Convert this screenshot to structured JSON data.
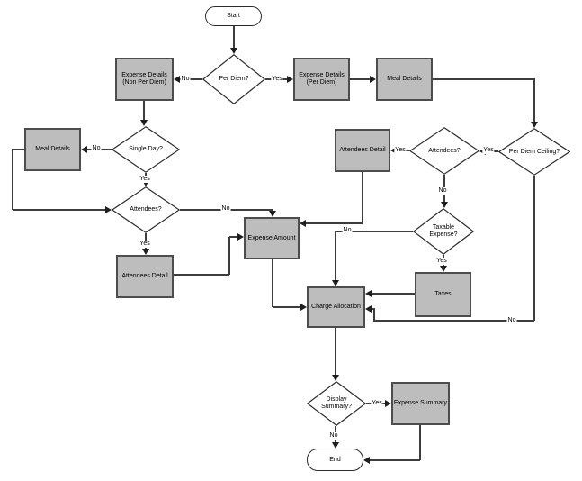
{
  "diagram": {
    "type": "flowchart",
    "colors": {
      "background": "#ffffff",
      "process_fill": "#bdbdbd",
      "process_border": "#4d4d4d",
      "shape_fill": "#ffffff",
      "shape_border": "#2b2b2b",
      "line": "#3d3d3d",
      "arrow": "#1f1f1f",
      "text": "#000000"
    },
    "nodes": {
      "start": {
        "label": "Start",
        "type": "terminator"
      },
      "per_diem": {
        "label": "Per Diem?",
        "type": "decision"
      },
      "expense_details_non_per_diem": {
        "label": "Expense Details (Non Per Diem)",
        "type": "process"
      },
      "expense_details_per_diem": {
        "label": "Expense Details (Per Diem)",
        "type": "process"
      },
      "meal_details_top": {
        "label": "Meal Details",
        "type": "process"
      },
      "single_day": {
        "label": "Single Day?",
        "type": "decision"
      },
      "meal_details_left": {
        "label": "Meal Details",
        "type": "process"
      },
      "attendees_left": {
        "label": "Attendees?",
        "type": "decision"
      },
      "attendees_detail_left": {
        "label": "Attendees Detail",
        "type": "process"
      },
      "expense_amount": {
        "label": "Expense Amount",
        "type": "process"
      },
      "attendees_detail_right": {
        "label": "Attendees Detail",
        "type": "process"
      },
      "attendees_right": {
        "label": "Attendees?",
        "type": "decision"
      },
      "per_diem_ceiling": {
        "label": "Per Diem Ceiling?",
        "type": "decision"
      },
      "taxable_expense": {
        "label": "Taxable Expense?",
        "type": "decision"
      },
      "taxes": {
        "label": "Taxes",
        "type": "process"
      },
      "charge_allocation": {
        "label": "Charge Allocation",
        "type": "process"
      },
      "display_summary": {
        "label": "Display Summary?",
        "type": "decision"
      },
      "expense_summary": {
        "label": "Expense Summary",
        "type": "process"
      },
      "end": {
        "label": "End",
        "type": "terminator"
      }
    },
    "edge_labels": {
      "per_diem_no": "No",
      "per_diem_yes": "Yes",
      "single_day_no": "No",
      "single_day_yes": "Yes",
      "attendees_left_yes": "Yes",
      "attendees_left_no": "No",
      "attendees_right_yes": "Yes",
      "per_diem_ceiling_yes": "Yes",
      "attendees_right_no": "No",
      "taxable_yes": "Yes",
      "taxable_no": "No",
      "per_diem_ceiling_no": "No",
      "display_yes": "Yes",
      "display_no": "No"
    },
    "edges": [
      {
        "from": "start",
        "to": "per_diem"
      },
      {
        "from": "per_diem",
        "to": "expense_details_non_per_diem",
        "label": "No"
      },
      {
        "from": "per_diem",
        "to": "expense_details_per_diem",
        "label": "Yes"
      },
      {
        "from": "expense_details_per_diem",
        "to": "meal_details_top"
      },
      {
        "from": "meal_details_top",
        "to": "per_diem_ceiling"
      },
      {
        "from": "expense_details_non_per_diem",
        "to": "single_day"
      },
      {
        "from": "single_day",
        "to": "meal_details_left",
        "label": "No"
      },
      {
        "from": "single_day",
        "to": "attendees_left",
        "label": "Yes"
      },
      {
        "from": "meal_details_left",
        "to": "attendees_left"
      },
      {
        "from": "attendees_left",
        "to": "attendees_detail_left",
        "label": "Yes"
      },
      {
        "from": "attendees_left",
        "to": "expense_amount",
        "label": "No"
      },
      {
        "from": "attendees_detail_left",
        "to": "expense_amount"
      },
      {
        "from": "attendees_detail_right",
        "to": "expense_amount"
      },
      {
        "from": "attendees_right",
        "to": "attendees_detail_right",
        "label": "Yes"
      },
      {
        "from": "per_diem_ceiling",
        "to": "attendees_right",
        "label": "Yes"
      },
      {
        "from": "attendees_right",
        "to": "taxable_expense",
        "label": "No"
      },
      {
        "from": "taxable_expense",
        "to": "taxes",
        "label": "Yes"
      },
      {
        "from": "taxable_expense",
        "to": "charge_allocation",
        "label": "No"
      },
      {
        "from": "taxes",
        "to": "charge_allocation"
      },
      {
        "from": "per_diem_ceiling",
        "to": "charge_allocation",
        "label": "No"
      },
      {
        "from": "expense_amount",
        "to": "charge_allocation"
      },
      {
        "from": "charge_allocation",
        "to": "display_summary"
      },
      {
        "from": "display_summary",
        "to": "expense_summary",
        "label": "Yes"
      },
      {
        "from": "display_summary",
        "to": "end",
        "label": "No"
      },
      {
        "from": "expense_summary",
        "to": "end"
      }
    ]
  }
}
